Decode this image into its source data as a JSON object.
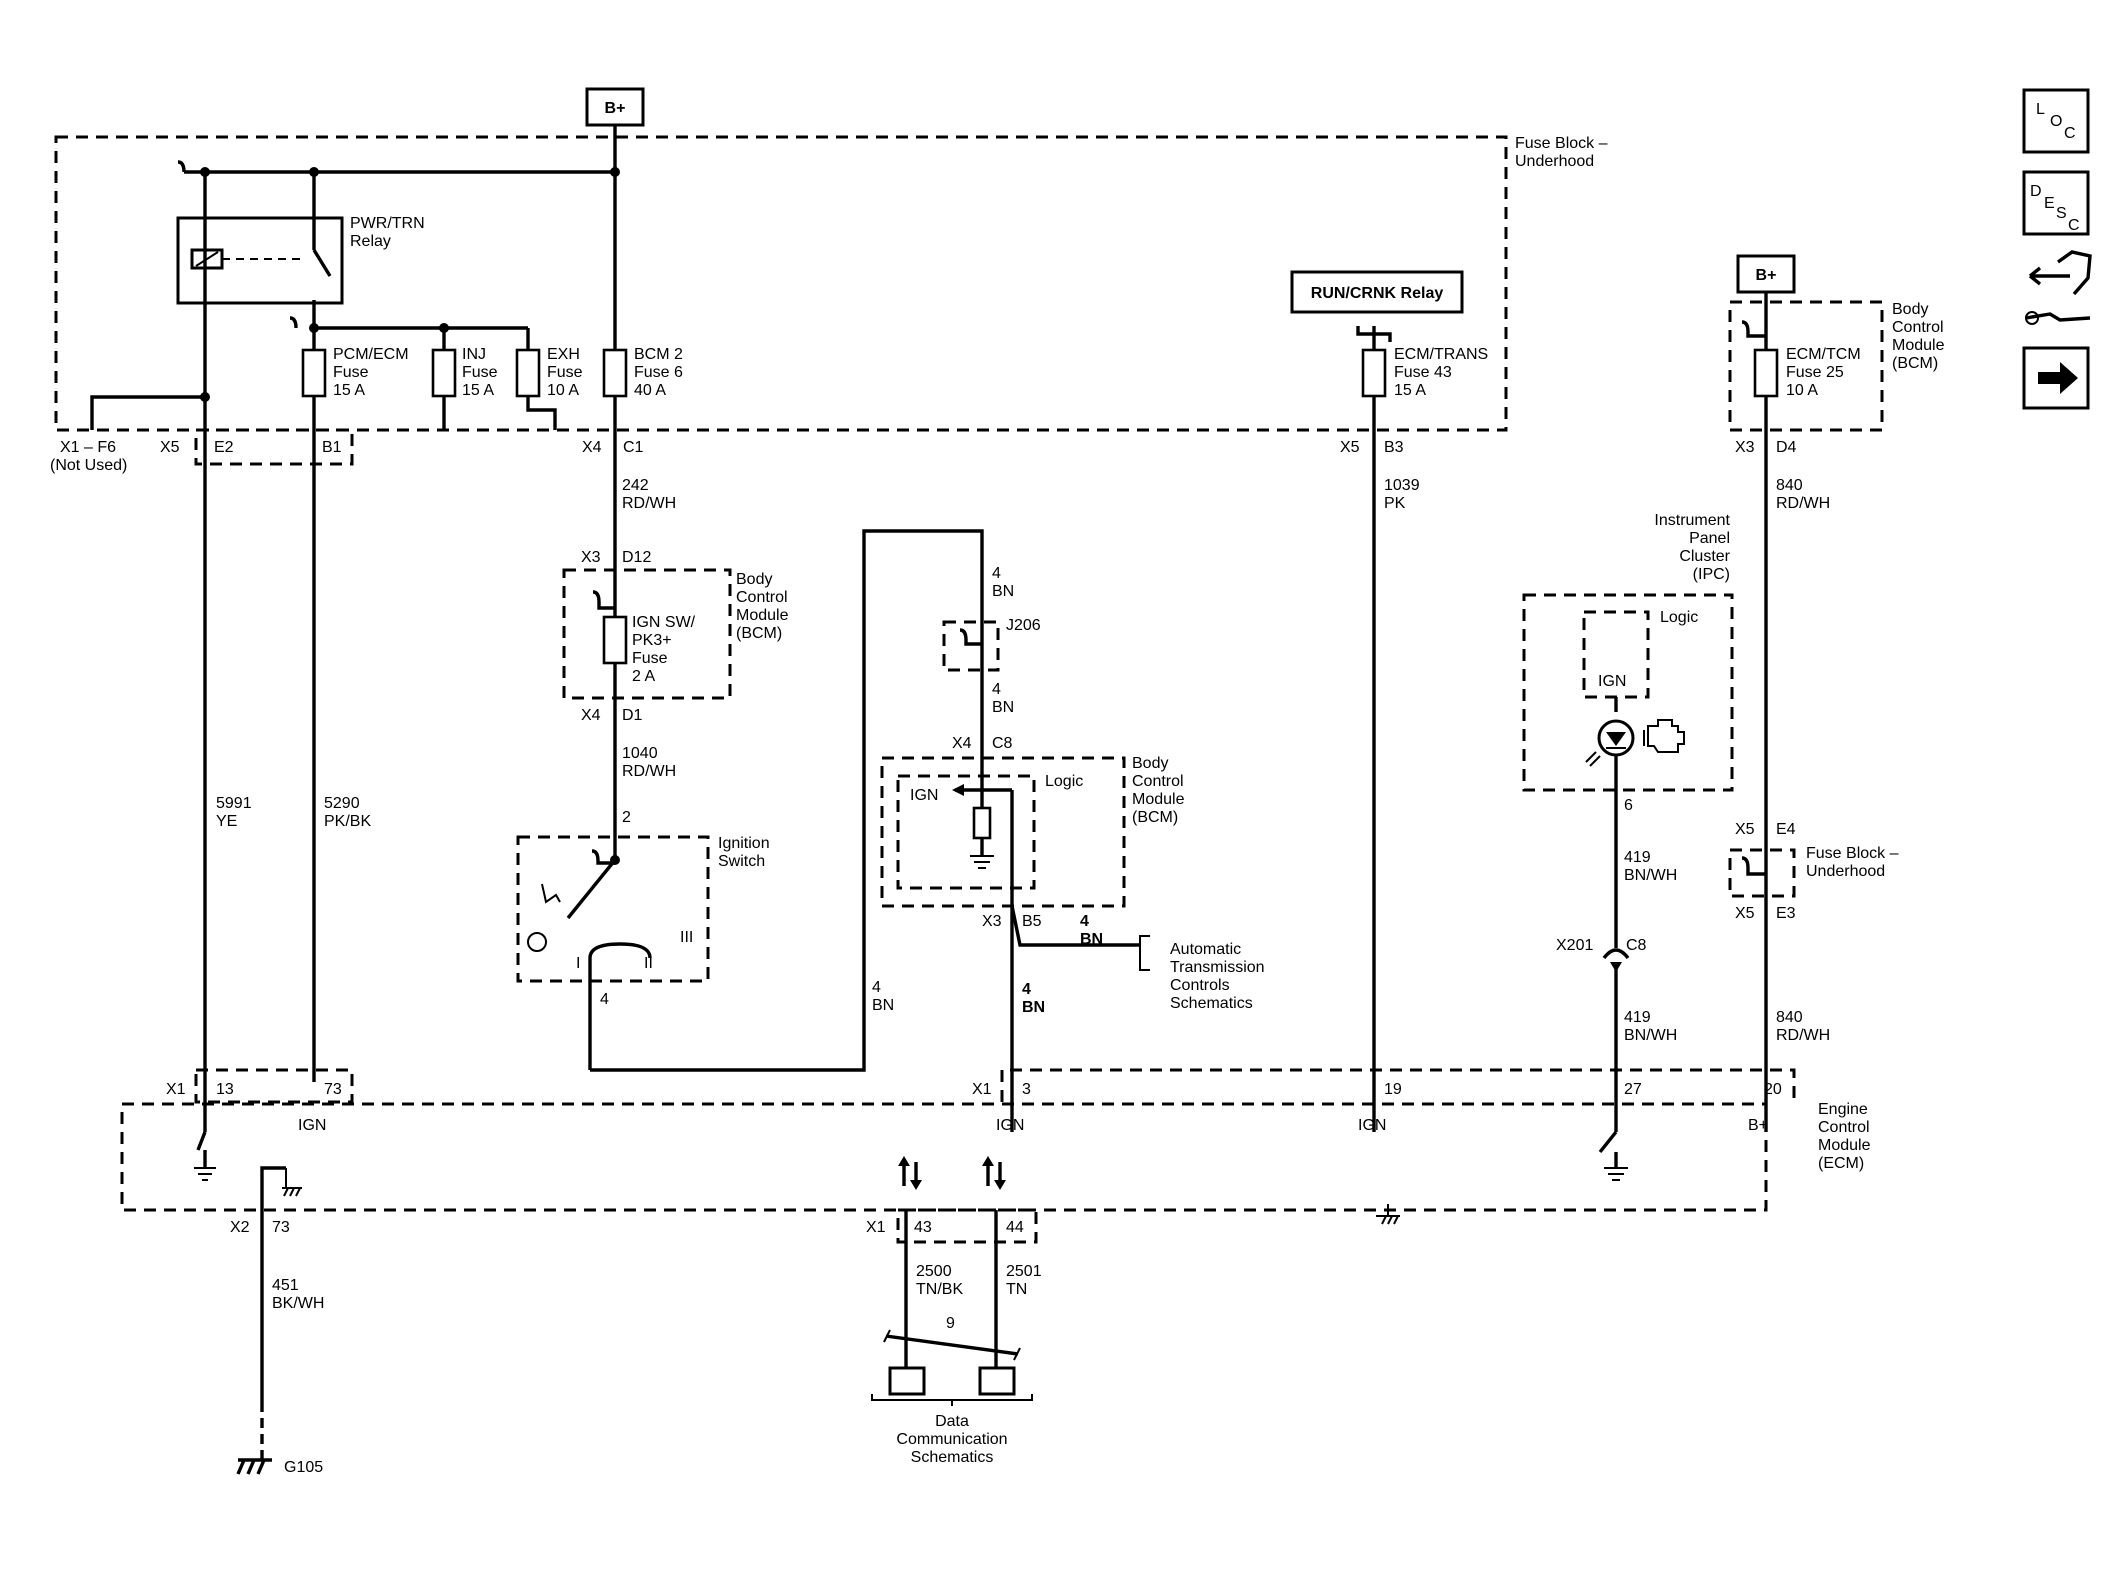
{
  "bplus_top": "B+",
  "bplus_right": "B+",
  "fuse_block_title": [
    "Fuse Block –",
    "Underhood"
  ],
  "pwr_relay": [
    "PWR/TRN",
    "Relay"
  ],
  "fuses": {
    "pcm": [
      "PCM/ECM",
      "Fuse",
      "15 A"
    ],
    "inj": [
      "INJ",
      "Fuse",
      "15 A"
    ],
    "exh": [
      "EXH",
      "Fuse",
      "10 A"
    ],
    "bcm2": [
      "BCM 2",
      "Fuse 6",
      "40 A"
    ],
    "ecm_trans": [
      "ECM/TRANS",
      "Fuse 43",
      "15 A"
    ],
    "ecm_tcm": [
      "ECM/TCM",
      "Fuse 25",
      "10 A"
    ],
    "ign_sw": [
      "IGN SW/",
      "PK3+",
      "Fuse",
      "2 A"
    ]
  },
  "run_crnk_relay": "RUN/CRNK Relay",
  "connectors": {
    "x1_f6": [
      "X1 – F6",
      "(Not Used)"
    ],
    "x5": "X5",
    "e2": "E2",
    "b1": "B1",
    "x4_c1": "X4",
    "c1": "C1",
    "x5_b3": "X5",
    "b3": "B3",
    "x3_d4": "X3",
    "d4": "D4",
    "x3_d12": "X3",
    "d12": "D12",
    "x4_d1": "X4",
    "d1": "D1",
    "x4_c8": "X4",
    "c8": "C8",
    "x3_b5": "X3",
    "b5": "B5",
    "x5_e4": "X5",
    "e4": "E4",
    "x5_e3": "X5",
    "e3": "E3",
    "x201": "X201",
    "x201_c8": "C8",
    "x1_a": "X1",
    "p13": "13",
    "p73": "73",
    "x1_b": "X1",
    "p3": "3",
    "p19": "19",
    "p27": "27",
    "p20": "20",
    "x2": "X2",
    "x2_73": "73",
    "x1_c": "X1",
    "p43": "43",
    "p44": "44"
  },
  "wires": {
    "w242": [
      "242",
      "RD/WH"
    ],
    "w1040": [
      "1040",
      "RD/WH"
    ],
    "w1039": [
      "1039",
      "PK"
    ],
    "w840a": [
      "840",
      "RD/WH"
    ],
    "w840b": [
      "840",
      "RD/WH"
    ],
    "w5991": [
      "5991",
      "YE"
    ],
    "w5290": [
      "5290",
      "PK/BK"
    ],
    "w4a": [
      "4",
      "BN"
    ],
    "w4b": [
      "4",
      "BN"
    ],
    "w4c": [
      "4",
      "BN"
    ],
    "w4d": [
      "4",
      "BN"
    ],
    "w4e": [
      "4",
      "BN"
    ],
    "w419a": [
      "419",
      "BN/WH"
    ],
    "w419b": [
      "419",
      "BN/WH"
    ],
    "w451": [
      "451",
      "BK/WH"
    ],
    "w2500": [
      "2500",
      "TN/BK"
    ],
    "w2501": [
      "2501",
      "TN"
    ]
  },
  "pins": {
    "ign2": "2",
    "ign4": "4",
    "ipc6": "6",
    "twist9": "9"
  },
  "bcm_label": [
    "Body",
    "Control",
    "Module",
    "(BCM)"
  ],
  "ignition_switch": [
    "Ignition",
    "Switch"
  ],
  "ign_positions": [
    "I",
    "II",
    "III"
  ],
  "j206": "J206",
  "logic": "Logic",
  "ign": "IGN",
  "ipc_label": [
    "Instrument",
    "Panel",
    "Cluster",
    "(IPC)"
  ],
  "trans_ref": [
    "Automatic",
    "Transmission",
    "Controls",
    "Schematics"
  ],
  "ecm_label": [
    "Engine",
    "Control",
    "Module",
    "(ECM)"
  ],
  "ecm_pins": {
    "ign_a": "IGN",
    "ign_b": "IGN",
    "ign_c": "IGN",
    "bplus": "B+"
  },
  "fuse_block_small": [
    "Fuse Block –",
    "Underhood"
  ],
  "data_comm": [
    "Data",
    "Communication",
    "Schematics"
  ],
  "ground": "G105",
  "nav": {
    "loc": [
      "L",
      "O",
      "C"
    ],
    "desc": [
      "D",
      "E",
      "S",
      "C"
    ]
  }
}
